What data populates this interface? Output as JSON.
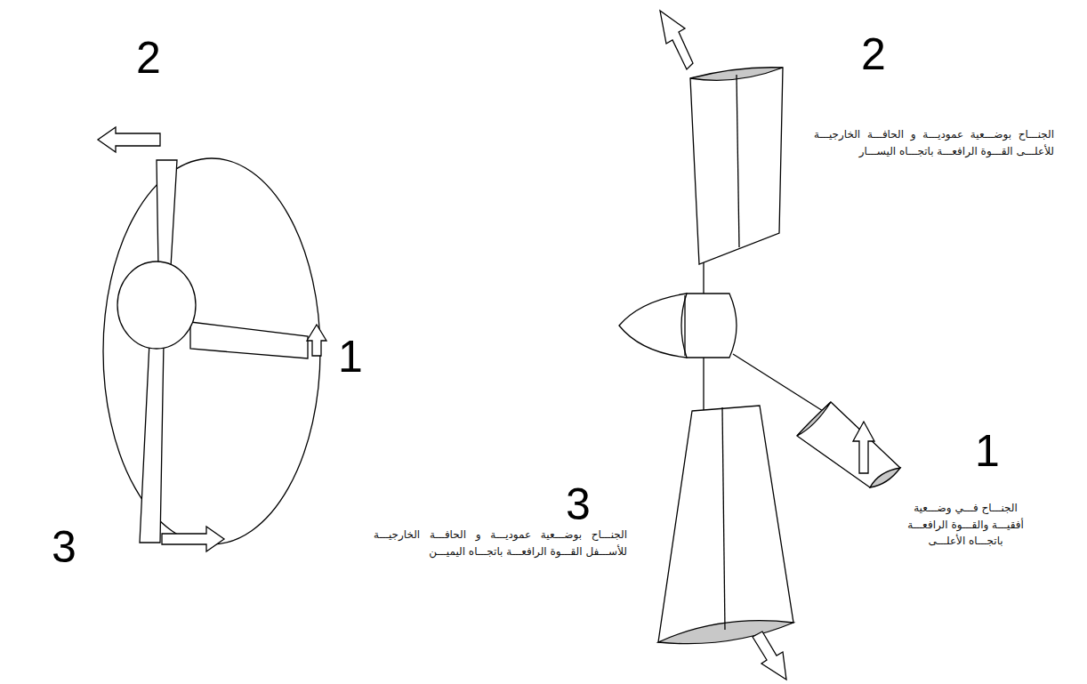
{
  "diagram": {
    "labels": [
      "2",
      "1",
      "3",
      "2",
      "الجنـــاح بوضـــعية عموديـــة و الحافـــة الخارجيـــة للأعلـــى القـــوة الرافعـــة باتجـــاه اليســـار",
      "1",
      "الجنـــاح فـــي وضـــعية أفقيـــة والقـــوة الرافعـــة باتجـــاه الأعلـــى",
      "3",
      "الجنـــاح بوضـــعية عموديـــة و الحافـــة الخارجيـــة للأســـفل القـــوة الرافعـــة باتجـــاه اليميـــن"
    ]
  }
}
